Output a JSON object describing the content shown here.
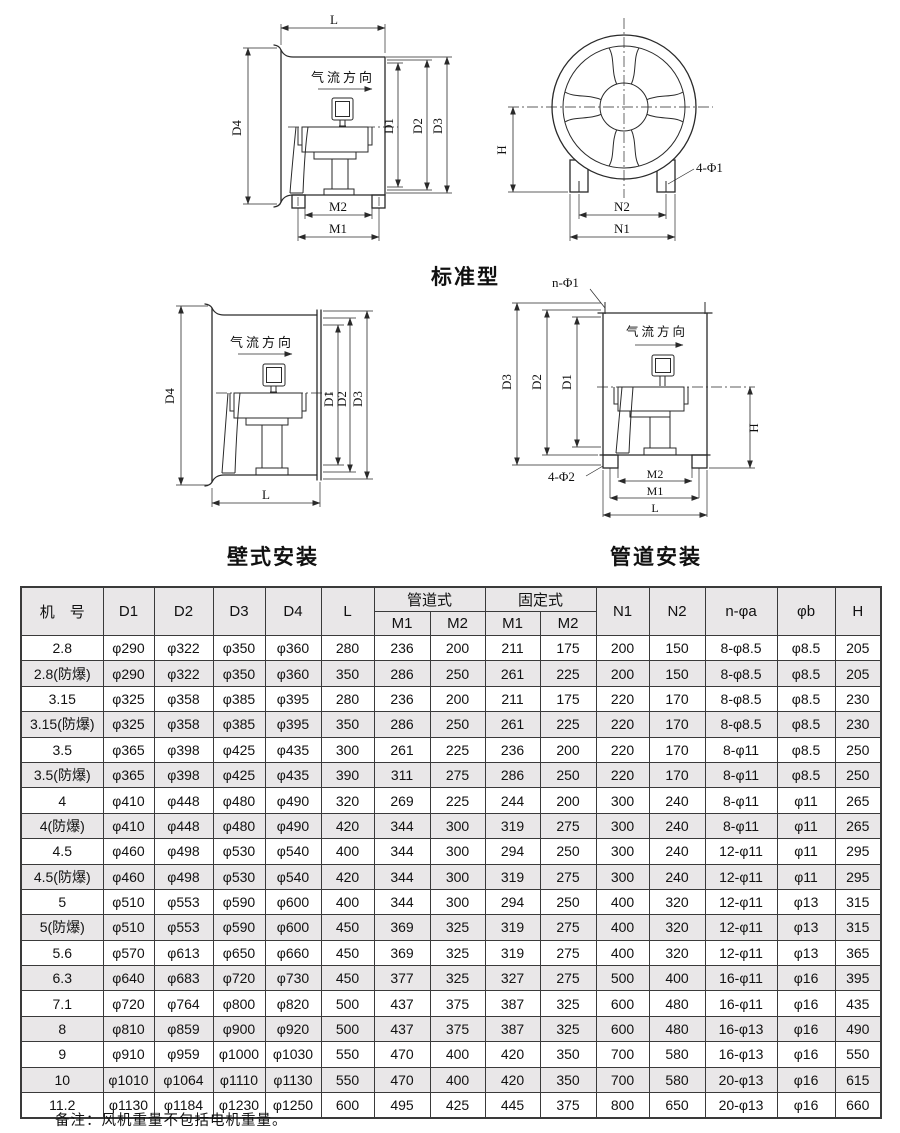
{
  "diagrams": {
    "standard": {
      "title": "标准型",
      "airflow": "气流方向",
      "dim_L": "L",
      "dim_D4": "D4",
      "dim_D1": "D1",
      "dim_D2": "D2",
      "dim_D3": "D3",
      "dim_M2": "M2",
      "dim_M1": "M1",
      "front_H": "H",
      "front_N2": "N2",
      "front_N1": "N1",
      "front_holes": "4-Φ1"
    },
    "wall": {
      "title": "壁式安装",
      "airflow": "气流方向",
      "dim_D4": "D4",
      "dim_D1": "D1",
      "dim_D2": "D2",
      "dim_D3": "D3",
      "dim_L": "L"
    },
    "duct": {
      "title": "管道安装",
      "airflow": "气流方向",
      "holes_top": "n-Φ1",
      "holes_bottom": "4-Φ2",
      "dim_D3": "D3",
      "dim_D2": "D2",
      "dim_D1": "D1",
      "dim_H": "H",
      "dim_M2": "M2",
      "dim_M1": "M1",
      "dim_L": "L"
    }
  },
  "table": {
    "header": {
      "col_machine": "机　号",
      "col_D1": "D1",
      "col_D2": "D2",
      "col_D3": "D3",
      "col_D4": "D4",
      "col_L": "L",
      "group_duct": "管道式",
      "group_fixed": "固定式",
      "sub_M1": "M1",
      "sub_M2": "M2",
      "col_N1": "N1",
      "col_N2": "N2",
      "col_nphia": "n-φa",
      "col_phib": "φb",
      "col_H": "H"
    },
    "rows": [
      [
        "2.8",
        "φ290",
        "φ322",
        "φ350",
        "φ360",
        "280",
        "236",
        "200",
        "211",
        "175",
        "200",
        "150",
        "8-φ8.5",
        "φ8.5",
        "205"
      ],
      [
        "2.8(防爆)",
        "φ290",
        "φ322",
        "φ350",
        "φ360",
        "350",
        "286",
        "250",
        "261",
        "225",
        "200",
        "150",
        "8-φ8.5",
        "φ8.5",
        "205"
      ],
      [
        "3.15",
        "φ325",
        "φ358",
        "φ385",
        "φ395",
        "280",
        "236",
        "200",
        "211",
        "175",
        "220",
        "170",
        "8-φ8.5",
        "φ8.5",
        "230"
      ],
      [
        "3.15(防爆)",
        "φ325",
        "φ358",
        "φ385",
        "φ395",
        "350",
        "286",
        "250",
        "261",
        "225",
        "220",
        "170",
        "8-φ8.5",
        "φ8.5",
        "230"
      ],
      [
        "3.5",
        "φ365",
        "φ398",
        "φ425",
        "φ435",
        "300",
        "261",
        "225",
        "236",
        "200",
        "220",
        "170",
        "8-φ11",
        "φ8.5",
        "250"
      ],
      [
        "3.5(防爆)",
        "φ365",
        "φ398",
        "φ425",
        "φ435",
        "390",
        "311",
        "275",
        "286",
        "250",
        "220",
        "170",
        "8-φ11",
        "φ8.5",
        "250"
      ],
      [
        "4",
        "φ410",
        "φ448",
        "φ480",
        "φ490",
        "320",
        "269",
        "225",
        "244",
        "200",
        "300",
        "240",
        "8-φ11",
        "φ11",
        "265"
      ],
      [
        "4(防爆)",
        "φ410",
        "φ448",
        "φ480",
        "φ490",
        "420",
        "344",
        "300",
        "319",
        "275",
        "300",
        "240",
        "8-φ11",
        "φ11",
        "265"
      ],
      [
        "4.5",
        "φ460",
        "φ498",
        "φ530",
        "φ540",
        "400",
        "344",
        "300",
        "294",
        "250",
        "300",
        "240",
        "12-φ11",
        "φ11",
        "295"
      ],
      [
        "4.5(防爆)",
        "φ460",
        "φ498",
        "φ530",
        "φ540",
        "420",
        "344",
        "300",
        "319",
        "275",
        "300",
        "240",
        "12-φ11",
        "φ11",
        "295"
      ],
      [
        "5",
        "φ510",
        "φ553",
        "φ590",
        "φ600",
        "400",
        "344",
        "300",
        "294",
        "250",
        "400",
        "320",
        "12-φ11",
        "φ13",
        "315"
      ],
      [
        "5(防爆)",
        "φ510",
        "φ553",
        "φ590",
        "φ600",
        "450",
        "369",
        "325",
        "319",
        "275",
        "400",
        "320",
        "12-φ11",
        "φ13",
        "315"
      ],
      [
        "5.6",
        "φ570",
        "φ613",
        "φ650",
        "φ660",
        "450",
        "369",
        "325",
        "319",
        "275",
        "400",
        "320",
        "12-φ11",
        "φ13",
        "365"
      ],
      [
        "6.3",
        "φ640",
        "φ683",
        "φ720",
        "φ730",
        "450",
        "377",
        "325",
        "327",
        "275",
        "500",
        "400",
        "16-φ11",
        "φ16",
        "395"
      ],
      [
        "7.1",
        "φ720",
        "φ764",
        "φ800",
        "φ820",
        "500",
        "437",
        "375",
        "387",
        "325",
        "600",
        "480",
        "16-φ11",
        "φ16",
        "435"
      ],
      [
        "8",
        "φ810",
        "φ859",
        "φ900",
        "φ920",
        "500",
        "437",
        "375",
        "387",
        "325",
        "600",
        "480",
        "16-φ13",
        "φ16",
        "490"
      ],
      [
        "9",
        "φ910",
        "φ959",
        "φ1000",
        "φ1030",
        "550",
        "470",
        "400",
        "420",
        "350",
        "700",
        "580",
        "16-φ13",
        "φ16",
        "550"
      ],
      [
        "10",
        "φ1010",
        "φ1064",
        "φ1110",
        "φ1130",
        "550",
        "470",
        "400",
        "420",
        "350",
        "700",
        "580",
        "20-φ13",
        "φ16",
        "615"
      ],
      [
        "11.2",
        "φ1130",
        "φ1184",
        "φ1230",
        "φ1250",
        "600",
        "495",
        "425",
        "445",
        "375",
        "800",
        "650",
        "20-φ13",
        "φ16",
        "660"
      ]
    ]
  },
  "note": {
    "text": "备注：风机重量不包括电机重量。"
  }
}
